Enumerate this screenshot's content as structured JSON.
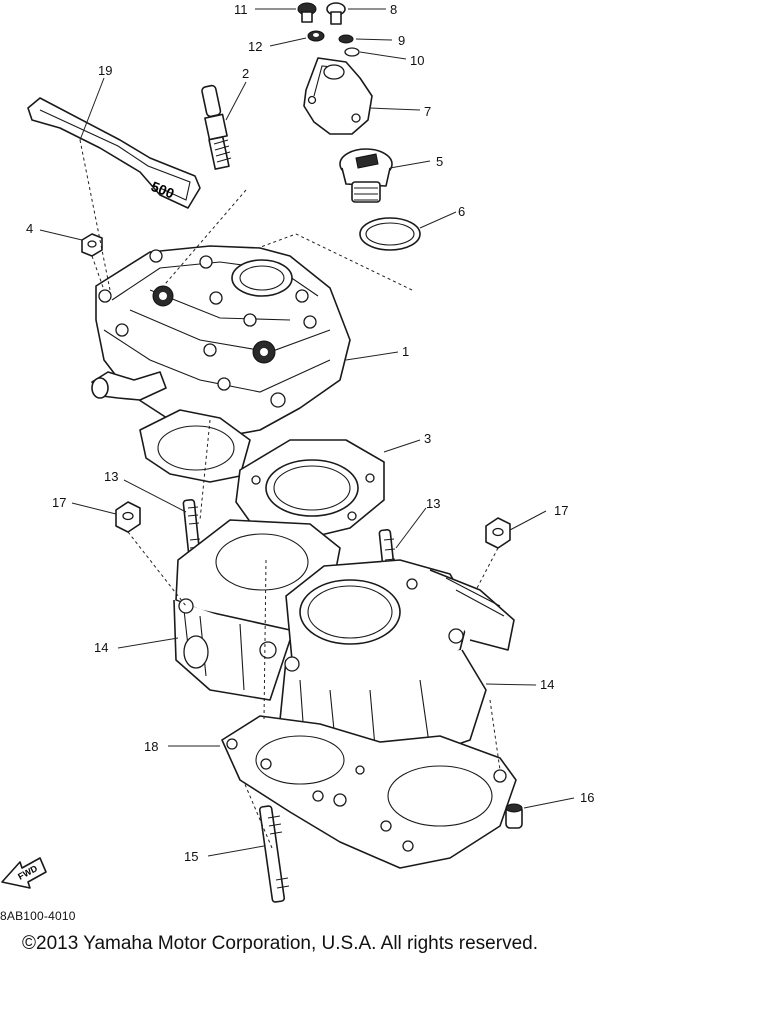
{
  "diagram": {
    "callouts": [
      "1",
      "2",
      "3",
      "4",
      "5",
      "6",
      "7",
      "8",
      "9",
      "10",
      "11",
      "12",
      "13",
      "13",
      "14",
      "14",
      "15",
      "16",
      "17",
      "17",
      "18",
      "19"
    ],
    "fwd_label": "FWD",
    "decal_text": "500"
  },
  "footer": {
    "code": "8AB100-4010",
    "copyright": "©2013 Yamaha Motor Corporation, U.S.A. All rights reserved."
  }
}
